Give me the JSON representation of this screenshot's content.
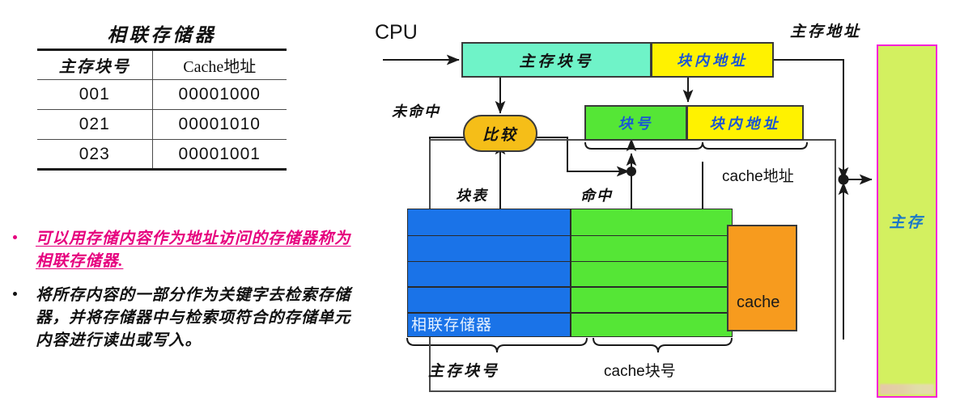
{
  "table": {
    "title": "相联存储器",
    "columns": [
      "主存块号",
      "Cache地址"
    ],
    "rows": [
      [
        "001",
        "00001000"
      ],
      [
        "021",
        "00001010"
      ],
      [
        "023",
        "00001001"
      ]
    ]
  },
  "bullets": [
    {
      "text": "可以用存储内容作为地址访问的存储器称为相联存储器.",
      "color": "#e6007e",
      "underlined": true
    },
    {
      "text": "将所存内容的一部分作为关键字去检索存储器，并将存储器中与检索项符合的存储单元内容进行读出或写入。",
      "color": "#111111",
      "underlined": false
    }
  ],
  "diagram": {
    "cpu_label": "CPU",
    "main_address_label": "主存地址",
    "cache_address_label": "cache地址",
    "miss_label": "未命中",
    "hit_label": "命中",
    "block_table_label": "块表",
    "compare_label": "比较",
    "cache_label": "cache",
    "main_memory_label": "主存",
    "assoc_memory_label": "相联存储器",
    "cpu_address_bar": {
      "main_block_no": "主存块号",
      "in_block_addr": "块内地址"
    },
    "cache_address_bar": {
      "block_no": "块号",
      "in_block_addr": "块内地址"
    },
    "brace_labels": {
      "left": "主存块号",
      "right": "cache块号"
    }
  },
  "colors": {
    "cyan": "#6FF3C8",
    "yellow": "#FFF200",
    "green": "#55E636",
    "blue": "#1A73E8",
    "orange": "#F79B1E",
    "amber": "#F5BE18",
    "lime": "#D3F060",
    "magenta": "#F520D8",
    "pink_text": "#E6007E",
    "blue_text": "#1A55D6"
  }
}
